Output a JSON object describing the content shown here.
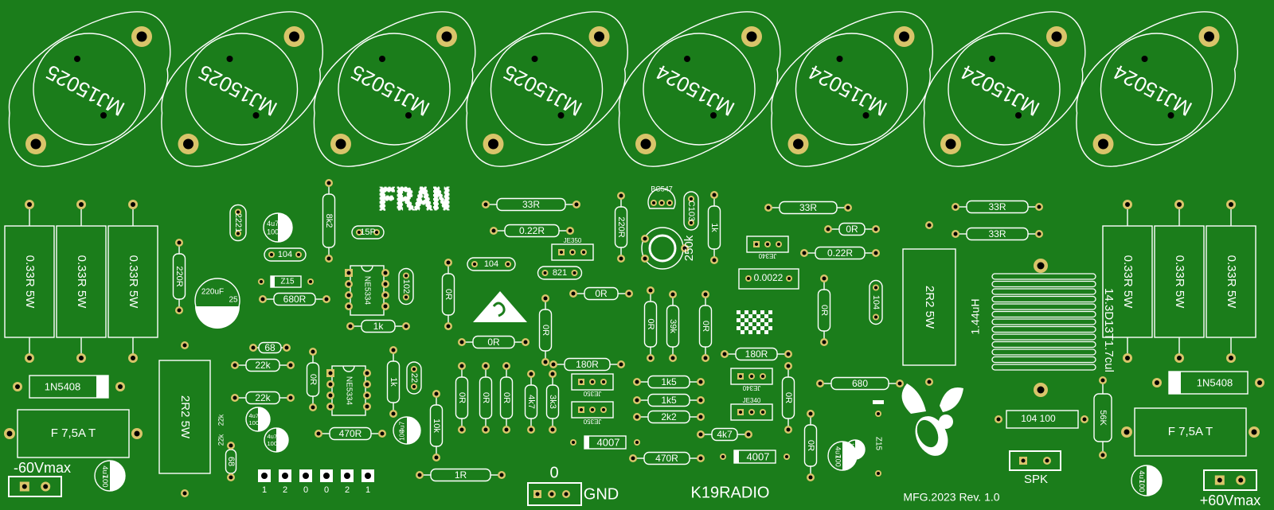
{
  "transistors": [
    {
      "label": "MJ15025"
    },
    {
      "label": "MJ15025"
    },
    {
      "label": "MJ15025"
    },
    {
      "label": "MJ15025"
    },
    {
      "label": "MJ15024"
    },
    {
      "label": "MJ15024"
    },
    {
      "label": "MJ15024"
    },
    {
      "label": "MJ15024"
    }
  ],
  "power_resistors_left": [
    "0.33R 5W",
    "0.33R 5W",
    "0.33R 5W"
  ],
  "power_resistors_right": [
    "0.33R 5W",
    "0.33R 5W",
    "0.33R 5W"
  ],
  "big_resistors": {
    "left": "2R2 5W",
    "center": "2R2 5W"
  },
  "diodes": {
    "left": "1N5408",
    "right": "1N5408",
    "d4007_a": "4007",
    "d4007_b": "4007"
  },
  "fuses": {
    "left": "F 7,5A T",
    "right": "F 7,5A T"
  },
  "resistors": {
    "r33_a": "33R",
    "r33_b": "33R",
    "r33_c": "33R",
    "r33_d": "33R",
    "r022_a": "0.22R",
    "r022_b": "0.22R",
    "r0_a": "0R",
    "r0_b": "0R",
    "r0_c": "0R",
    "r180_a": "180R",
    "r180_b": "180R",
    "r1k5_a": "1k5",
    "r1k5_b": "1k5",
    "r2k2": "2k2",
    "r4k7": "4k7",
    "r470_a": "470R",
    "r470_b": "470R",
    "r680": "680",
    "r680r": "680R",
    "r22k_a": "22k",
    "r22k_b": "22k",
    "r68": "68",
    "r1k": "1k",
    "r1r": "1R",
    "r56k": "56K",
    "r8k2": "8k2",
    "r220r_a": "220R",
    "r220r_b": "220R",
    "r10k": "10k",
    "r4k7v": "4k7",
    "r3k3": "3k3",
    "r1k_v": "1k",
    "r1k_v2": "1k",
    "r39k": "39k",
    "r68v": "68"
  },
  "caps": {
    "c2221": "2221",
    "c104_a": "104",
    "c104_b": "104",
    "c104_c": "104",
    "c15p": "15P",
    "c102": "102",
    "c821": "821",
    "c0022": "0.0022",
    "c100": "104 100",
    "cap4u7": "4u7",
    "cap100": "100",
    "cap220uf": "220uF",
    "cap25": "25",
    "cap22": "22",
    "c103": "C103"
  },
  "ics": {
    "u1": "NE5334",
    "u2": "NE5334"
  },
  "jumpers": {
    "je350_a": "JE350",
    "je350_b": "JE350",
    "je350_c": "JE350",
    "je340_a": "JE340",
    "je340_b": "JE340",
    "je340_c": "JE340"
  },
  "misc": {
    "bc547": "BC547",
    "pot": "250k",
    "z15_a": "Z15",
    "z15_b": "Z15",
    "coil_label": "1.44uH",
    "coil_spec": "14.3D13T1.7cul",
    "fran": "FRAN"
  },
  "connectors": {
    "neg_supply": "-60Vmax",
    "pos_supply": "+60Vmax",
    "gnd": "GND",
    "gnd_zero": "0",
    "spk": "SPK",
    "header_pins": [
      "1",
      "2",
      "0",
      "0",
      "2",
      "1"
    ]
  },
  "footer": {
    "brand": "K19RADIO",
    "rev": "MFG.2023 Rev. 1.0"
  },
  "colors": {
    "board": "#1b7d1b",
    "silk": "#ffffff",
    "pad": "#d9c46a",
    "hole": "#000000"
  }
}
